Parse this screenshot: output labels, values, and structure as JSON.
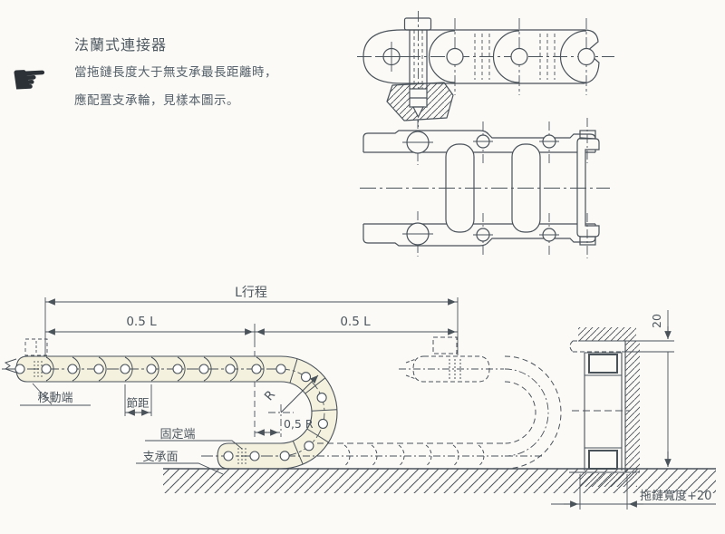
{
  "colors": {
    "background": "#fbfaf6",
    "line": "#4a525a",
    "text": "#4d565e",
    "chain_fill": "#f4f1de",
    "icon": "#2b3137"
  },
  "note": {
    "icon": "pointing-hand",
    "icon_glyph": "☛",
    "title": "法蘭式連接器",
    "body_line1": "當拖鏈長度大于無支承最長距離時，",
    "body_line2": "應配置支承輪，見樣本圖示。"
  },
  "stroke_diagram": {
    "labels": {
      "total_stroke": "L行程",
      "half_stroke_left": "0.5 L",
      "half_stroke_right": "0.5 L",
      "moving_end": "移動端",
      "pitch": "節距",
      "fixed_end": "固定端",
      "support_surface": "支承面",
      "bend_radius": "R",
      "half_bend_radius": "0,5 R"
    }
  },
  "section_view": {
    "labels": {
      "top_clearance": "20",
      "channel_width": "拖鏈寬度+20"
    }
  }
}
